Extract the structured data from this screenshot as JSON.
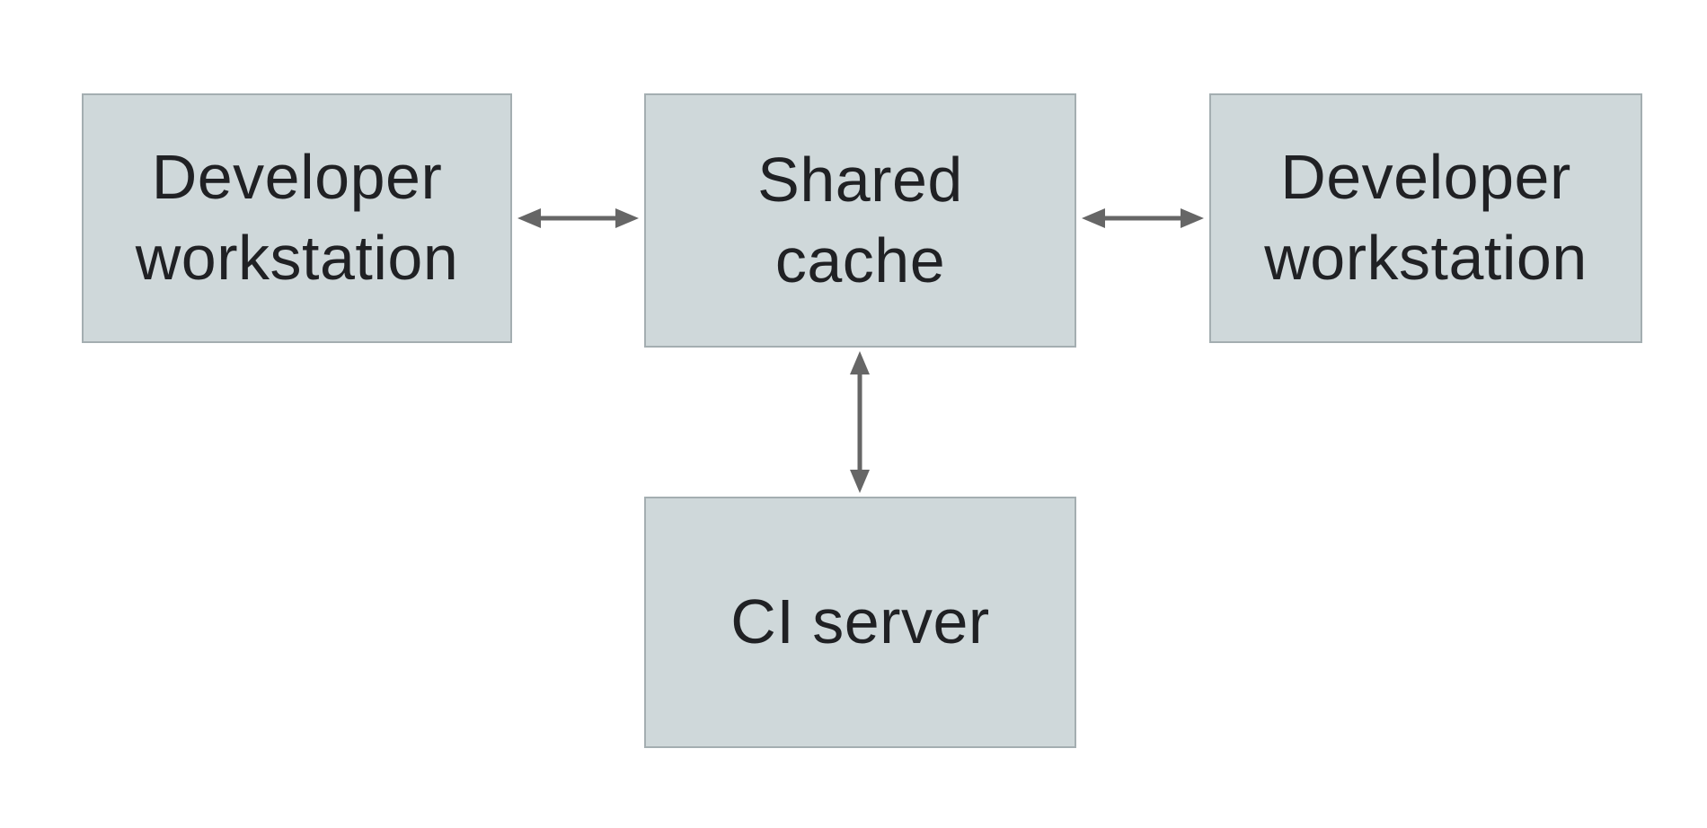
{
  "colors": {
    "page_bg": "#ffffff",
    "box_fill": "#cfd8da",
    "box_border": "#a4aeb1",
    "arrow": "#666666",
    "text": "#202124"
  },
  "diagram": {
    "nodes": [
      {
        "id": "developer-workstation-left",
        "label": "Developer\nworkstation"
      },
      {
        "id": "shared-cache",
        "label": "Shared\ncache"
      },
      {
        "id": "developer-workstation-right",
        "label": "Developer\nworkstation"
      },
      {
        "id": "ci-server",
        "label": "CI server"
      }
    ],
    "edges": [
      {
        "from": "developer-workstation-left",
        "to": "shared-cache",
        "direction": "bidirectional"
      },
      {
        "from": "shared-cache",
        "to": "developer-workstation-right",
        "direction": "bidirectional"
      },
      {
        "from": "shared-cache",
        "to": "ci-server",
        "direction": "bidirectional"
      }
    ]
  }
}
